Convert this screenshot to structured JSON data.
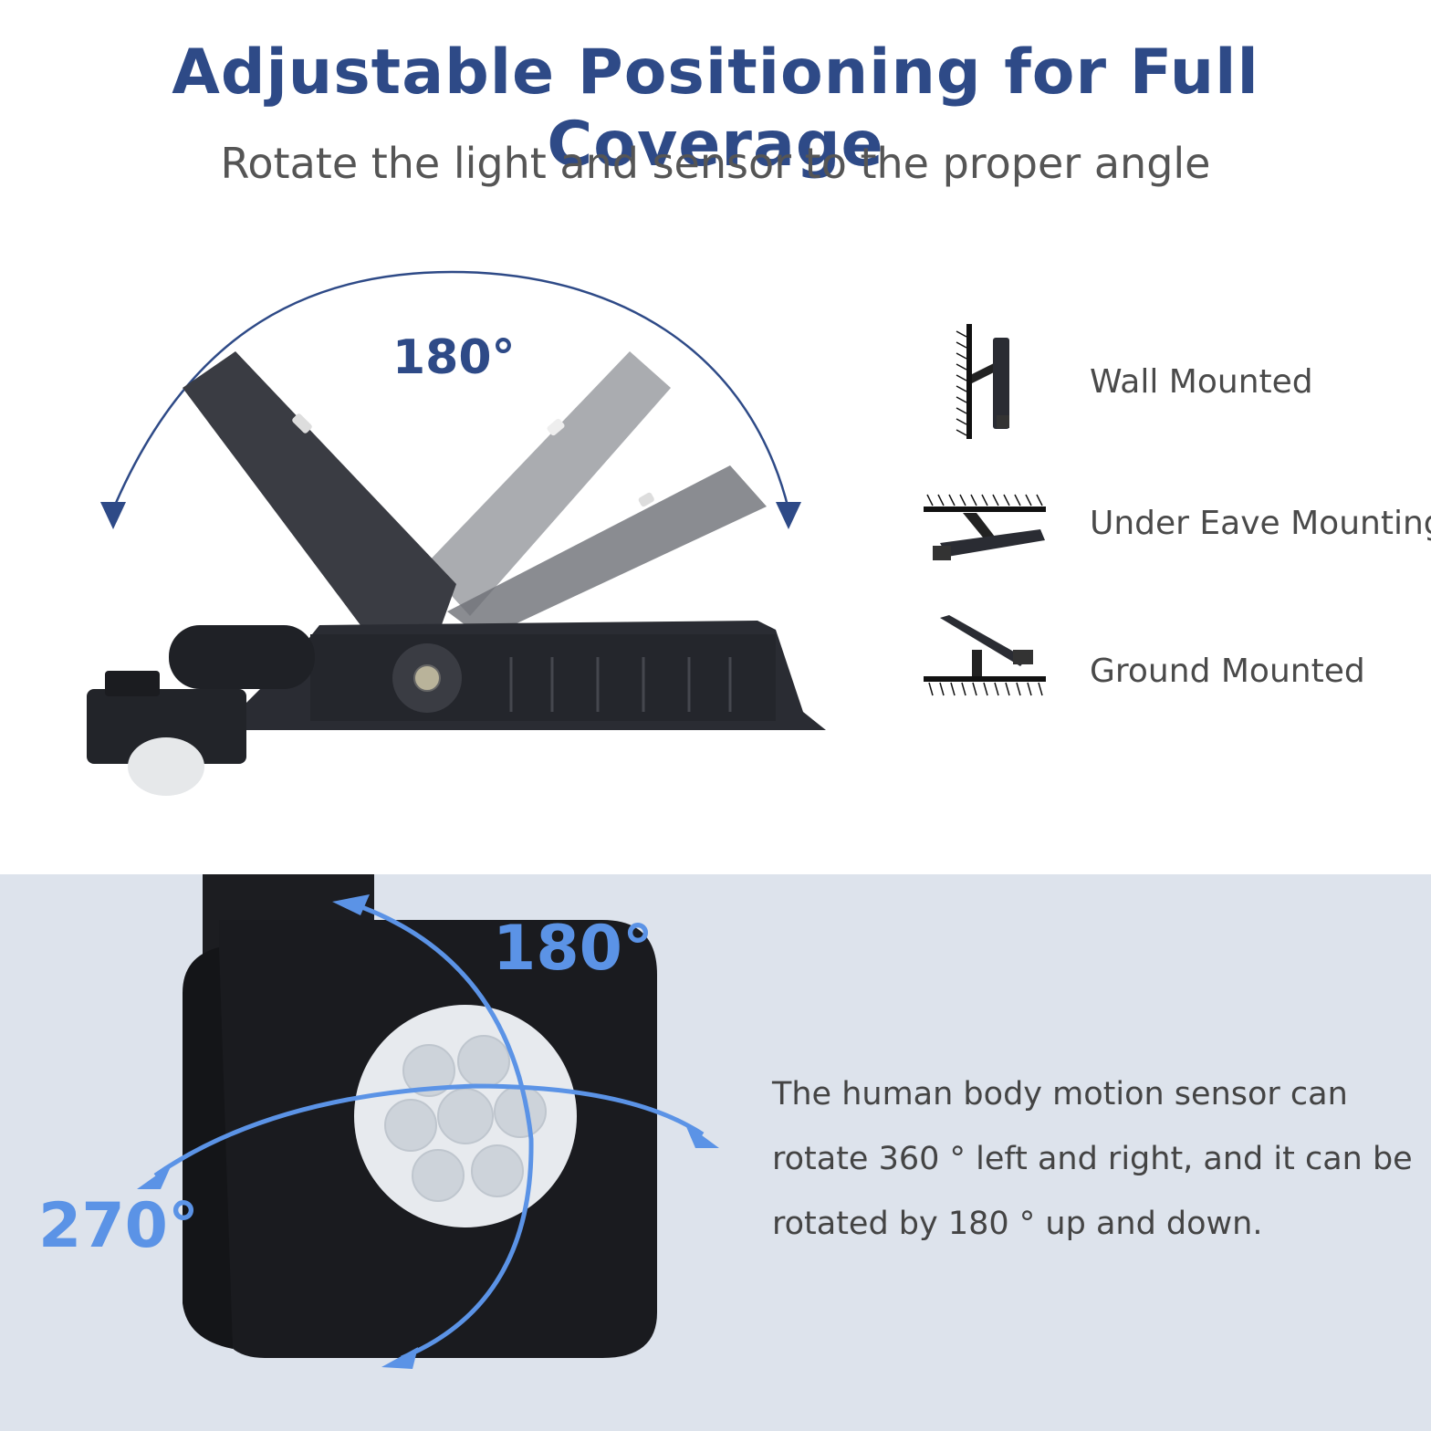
{
  "header": {
    "title": "Adjustable Positioning for Full Coverage",
    "subtitle": "Rotate the light and sensor to the proper angle"
  },
  "top_section": {
    "rotation_label": "180°"
  },
  "mounting_options": [
    {
      "label": "Wall Mounted",
      "icon": "wall-mount-icon"
    },
    {
      "label": "Under Eave Mounting",
      "icon": "under-eave-mount-icon"
    },
    {
      "label": "Ground Mounted",
      "icon": "ground-mount-icon"
    }
  ],
  "sensor_section": {
    "vertical_rotation_label": "180°",
    "horizontal_rotation_label": "270°",
    "description_lines": [
      "The human body motion sensor can",
      "rotate 360 ° left and right, and it can be",
      "rotated by 180 ° up and down."
    ]
  },
  "colors": {
    "title": "#2e4a87",
    "subtitle": "#555555",
    "arc": "#2e4a87",
    "sensor_arrows": "#5b93e6",
    "bottom_background": "#dde3ec",
    "description": "#444444",
    "fixture_dark": "#2a2c33"
  }
}
